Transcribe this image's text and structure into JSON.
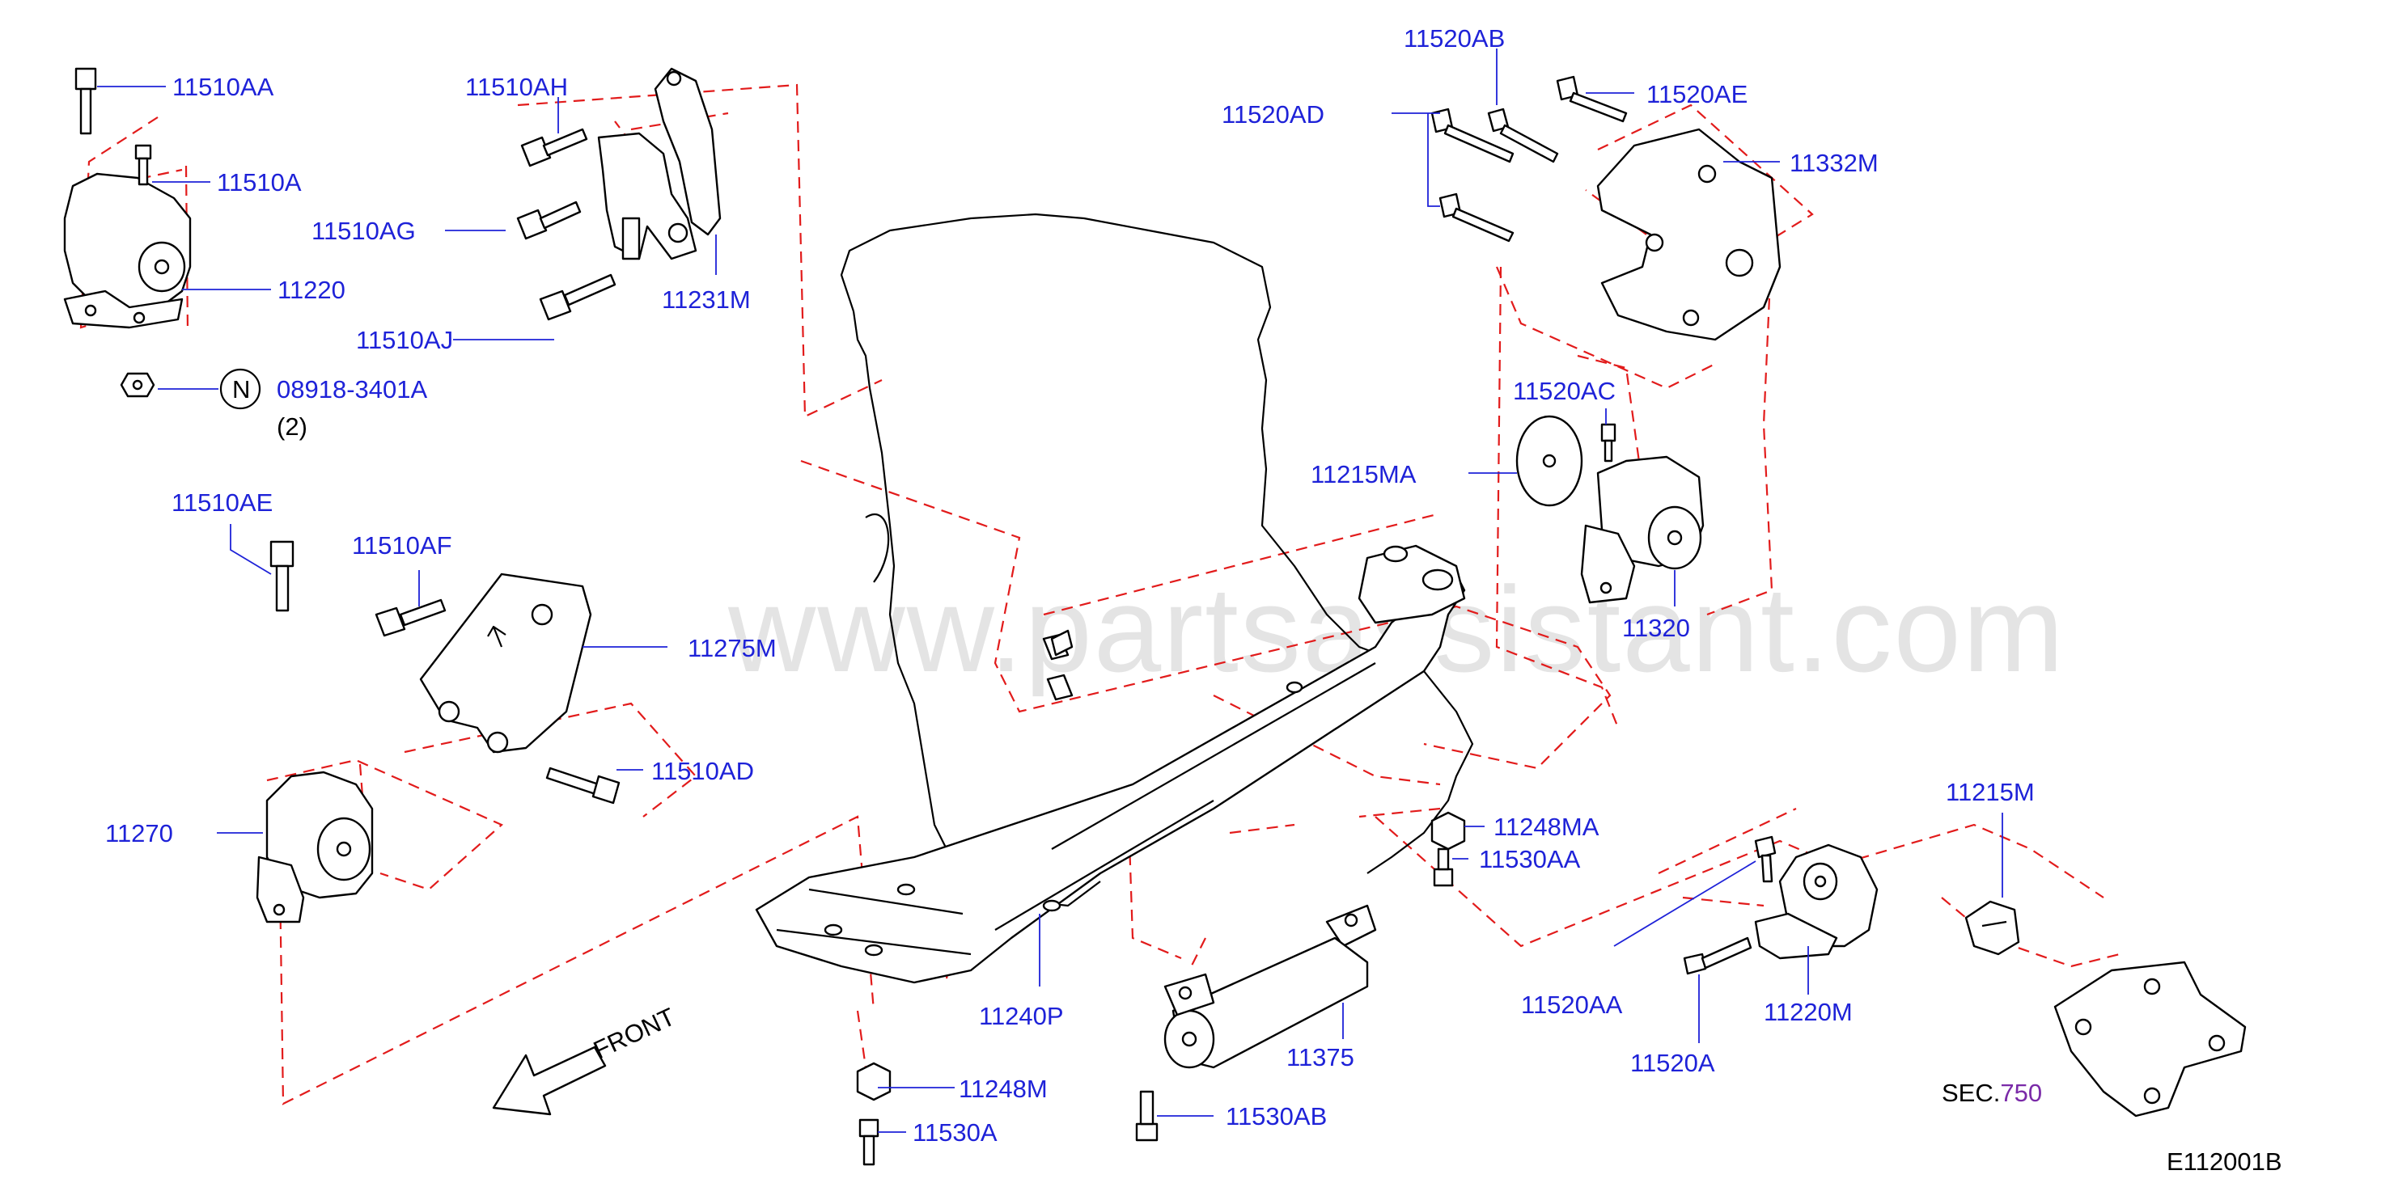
{
  "labels": {
    "l11510AA": "11510AA",
    "l11510A": "11510A",
    "l11220": "11220",
    "l08918": "08918-3401A",
    "qty2": "(2)",
    "nMark": "N",
    "l11510AH": "11510AH",
    "l11510AG": "11510AG",
    "l11510AJ": "11510AJ",
    "l11231M": "11231M",
    "l11520AB": "11520AB",
    "l11520AD": "11520AD",
    "l11520AE": "11520AE",
    "l11332M": "11332M",
    "l11520AC": "11520AC",
    "l11215MA": "11215MA",
    "l11320": "11320",
    "l11510AE": "11510AE",
    "l11510AF": "11510AF",
    "l11275M": "11275M",
    "l11510AD": "11510AD",
    "l11270": "11270",
    "l11248MA": "11248MA",
    "l11530AA": "11530AA",
    "l11215M": "11215M",
    "l11520AA": "11520AA",
    "l11520A": "11520A",
    "l11220M": "11220M",
    "l11240P": "11240P",
    "l11375": "11375",
    "l11248M": "11248M",
    "l11530A": "11530A",
    "l11530AB": "11530AB",
    "secPrefix": "SEC.",
    "secNum": "750",
    "front": "FRONT",
    "figId": "E112001B",
    "watermark": "www.partsassistant.com"
  },
  "colors": {
    "label_blue": "#1e22d8",
    "phantom_red": "#e21b1b",
    "sec_purple": "#7a2aa8"
  }
}
